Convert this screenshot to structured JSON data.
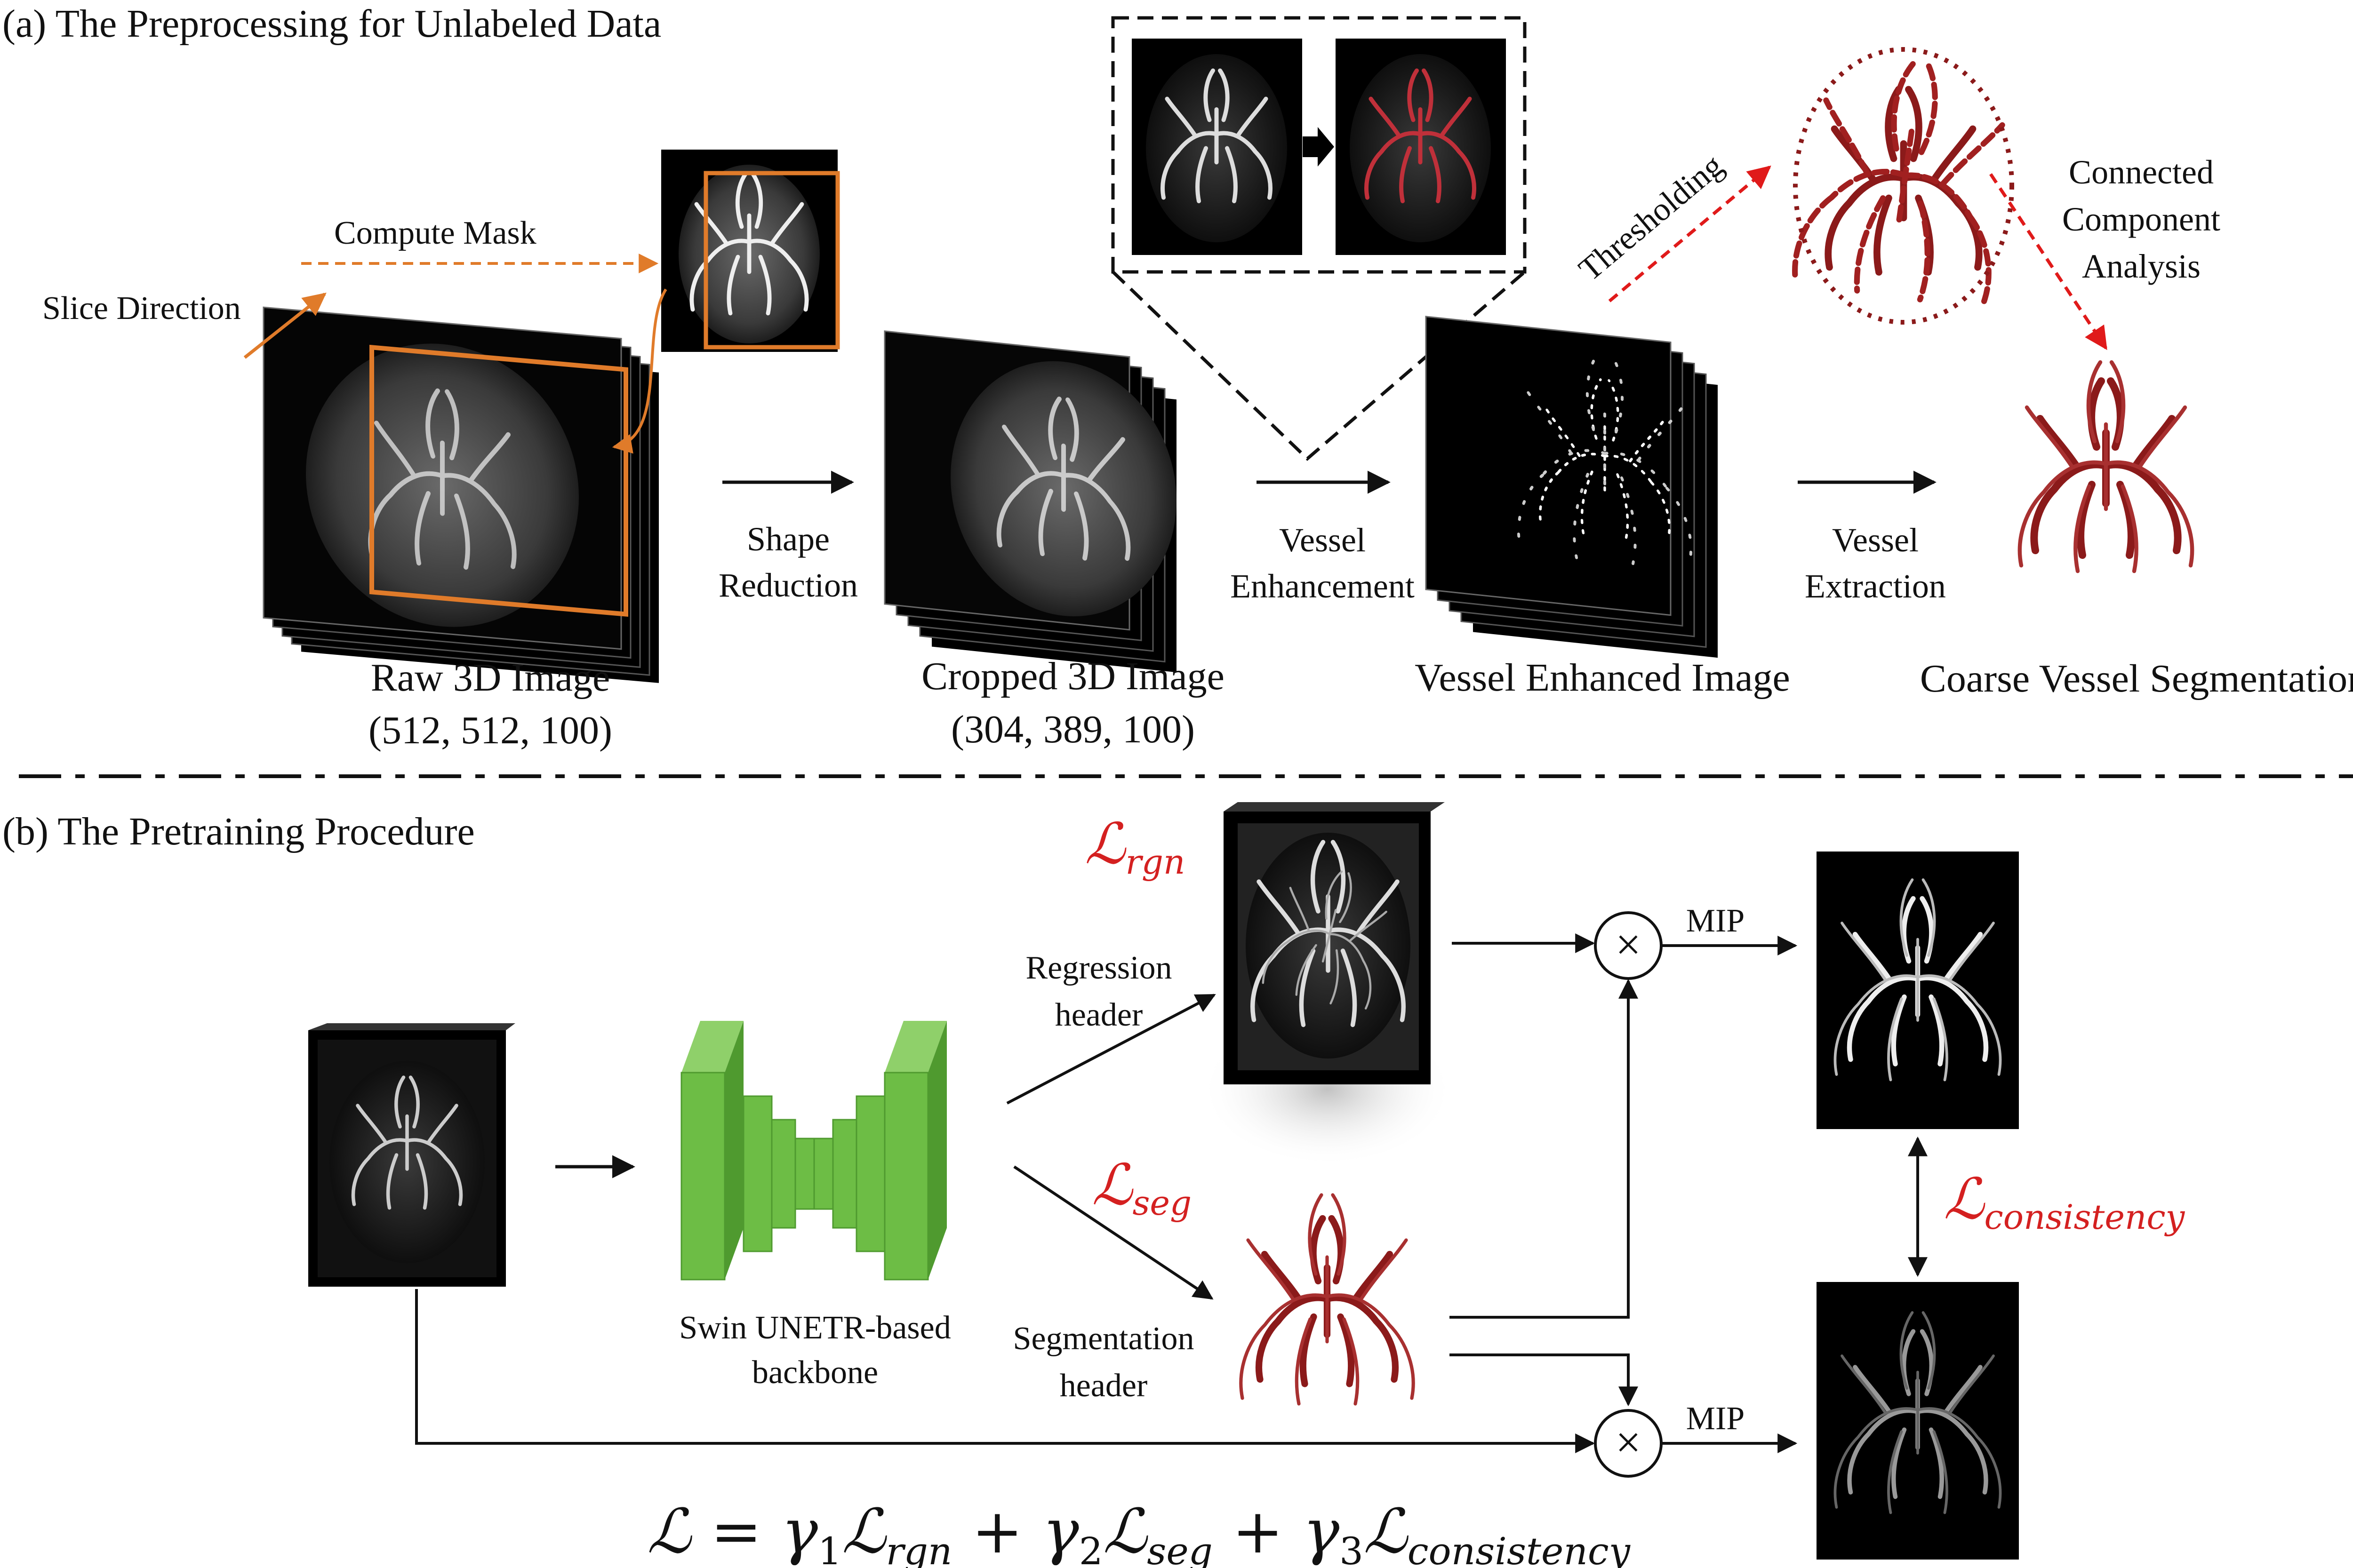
{
  "section_a": {
    "title": "(a) The Preprocessing for Unlabeled Data",
    "slice_direction": "Slice Direction",
    "compute_mask": "Compute Mask",
    "raw_image": {
      "label": "Raw 3D Image",
      "dims": "(512, 512, 100)"
    },
    "shape_reduction": {
      "line1": "Shape",
      "line2": "Reduction"
    },
    "cropped_image": {
      "label": "Cropped 3D Image",
      "dims": "(304, 389, 100)"
    },
    "vessel_enhancement": {
      "line1": "Vessel",
      "line2": "Enhancement"
    },
    "vessel_enhanced_image": "Vessel Enhanced Image",
    "thresholding": "Thresholding",
    "connected_component": {
      "line1": "Connected",
      "line2": "Component",
      "line3": "Analysis"
    },
    "vessel_extraction": {
      "line1": "Vessel",
      "line2": "Extraction"
    },
    "coarse_segmentation": "Coarse Vessel Segmentation"
  },
  "section_b": {
    "title": "(b) The Pretraining Procedure",
    "backbone": {
      "line1": "Swin UNETR-based",
      "line2": "backbone"
    },
    "regression_header": {
      "line1": "Regression",
      "line2": "header"
    },
    "segmentation_header": {
      "line1": "Segmentation",
      "line2": "header"
    },
    "loss_rgn": {
      "symbol": "ℒ",
      "sub": "rgn"
    },
    "loss_seg": {
      "symbol": "ℒ",
      "sub": "seg"
    },
    "loss_consistency": {
      "symbol": "ℒ",
      "sub": "consistency"
    },
    "mip_top": "MIP",
    "mip_bottom": "MIP",
    "multiply_symbol": "×",
    "formula": {
      "L": "ℒ",
      "eq": " = ",
      "g": "γ",
      "plus": " + ",
      "n1": "1",
      "n2": "2",
      "n3": "3",
      "s1": "rgn",
      "s2": "seg",
      "s3": "consistency"
    }
  },
  "colors": {
    "accent_orange": "#e07b2a",
    "loss_red": "#d42020",
    "vessel_red": "#8b1a1a",
    "backbone_green": "#6dbd45",
    "ink": "#111111"
  }
}
